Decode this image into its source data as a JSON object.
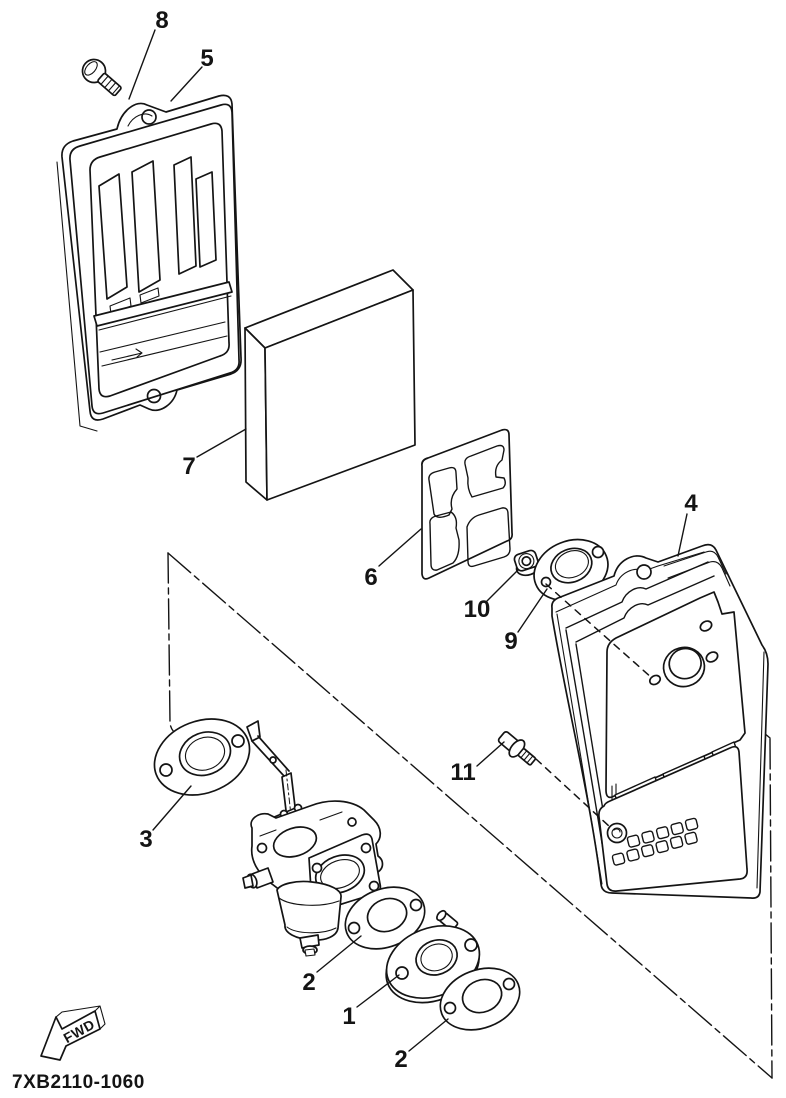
{
  "diagram": {
    "colors": {
      "ink": "#141414",
      "paper": "#ffffff"
    },
    "part_code": "7XB2110-1060",
    "fwd_label": "FWD",
    "callouts": [
      {
        "id": "callout-8",
        "number": "8"
      },
      {
        "id": "callout-5",
        "number": "5"
      },
      {
        "id": "callout-7",
        "number": "7"
      },
      {
        "id": "callout-6",
        "number": "6"
      },
      {
        "id": "callout-10",
        "number": "10"
      },
      {
        "id": "callout-9",
        "number": "9"
      },
      {
        "id": "callout-4",
        "number": "4"
      },
      {
        "id": "callout-11",
        "number": "11"
      },
      {
        "id": "callout-3",
        "number": "3"
      },
      {
        "id": "callout-2-upper",
        "number": "2"
      },
      {
        "id": "callout-1",
        "number": "1"
      },
      {
        "id": "callout-2-lower",
        "number": "2"
      }
    ]
  }
}
